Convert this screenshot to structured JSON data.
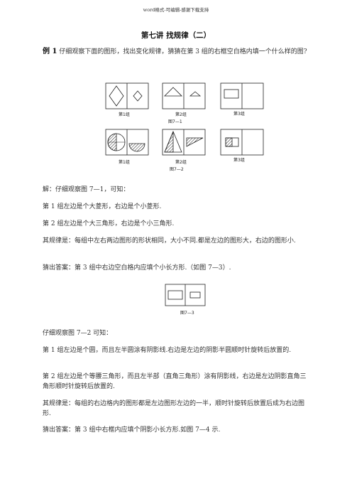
{
  "header": "word格式-可编辑-感谢下载支持",
  "title": "第七讲 找规律（二）",
  "example": {
    "label": "例 1",
    "question": "仔细观察下面的图形，找出变化规律，猜猜在第 3 组的右框空白格内填一个什么样的图?"
  },
  "figures": {
    "fig1": {
      "caption": "图7—1",
      "groups": [
        "第1组",
        "第2组",
        "第3组"
      ]
    },
    "fig2": {
      "caption": "图7—2",
      "groups": [
        "第1组",
        "第2组",
        "第3组"
      ]
    },
    "fig3": {
      "caption": "图7—3"
    }
  },
  "paragraphs": {
    "p1": "解：仔细观察图 7—1，可知：",
    "p2": "第 1 组左边是个大菱形，右边是个小菱形.",
    "p3": "第 2 组左边是个大三角形，右边是个小三角形.",
    "p4": "其规律是：每组中左右两边图形的形状相同，大小不同.都是左边的图形大，右边的图形小.",
    "p5": "猜出答案：第 3 组中右边空白格内应填个小长方形.（如图 7—3）.",
    "p6": "仔细观察图 7—2 可知：",
    "p7": "第 1 组左边是个圆，而且左半圆涂有阴影线.右边是左边的阴影半圆顺时针旋转后放置的.",
    "p8": "第 2 组左边是个等腰三角形，而且左半部（直角三角形）涂有阴影线，右边是左边阴影直角三角形顺时针旋转后放置的.",
    "p9": "其规律是：每组的右边格内的图形都是左边图形左边的一半，顺时针旋转后放置后成为右边图形.",
    "p10": "猜出答案：第 3 组中右框内应填个阴影小长方形.如图 7—4 示."
  }
}
